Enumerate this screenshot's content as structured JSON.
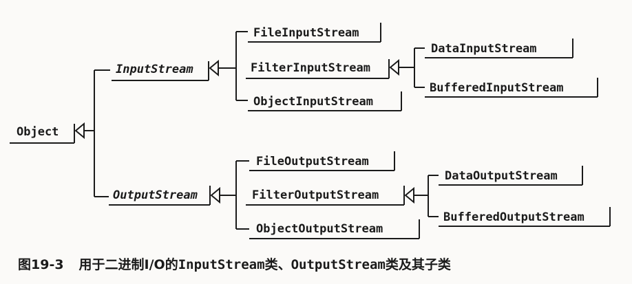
{
  "nodes": {
    "object": "Object",
    "input_stream": "InputStream",
    "output_stream": "OutputStream",
    "file_input_stream": "FileInputStream",
    "filter_input_stream": "FilterInputStream",
    "object_input_stream": "ObjectInputStream",
    "data_input_stream": "DataInputStream",
    "buffered_input_stream": "BufferedInputStream",
    "file_output_stream": "FileOutputStream",
    "filter_output_stream": "FilterOutputStream",
    "object_output_stream": "ObjectOutputStream",
    "data_output_stream": "DataOutputStream",
    "buffered_output_stream": "BufferedOutputStream"
  },
  "caption": {
    "number": "图19-3",
    "text_part1": "用于二进制I/O的",
    "class1": "InputStream",
    "text_part2": "类、",
    "class2": "OutputStream",
    "text_part3": "类及其子类"
  },
  "colors": {
    "ink": "#1a1a1a",
    "background": "#fbfaf8"
  }
}
